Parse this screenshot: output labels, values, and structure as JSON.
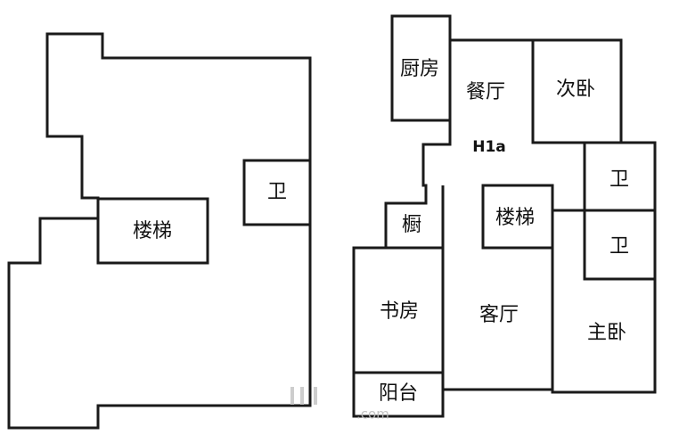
{
  "upper_floor": {
    "rooms": {
      "stairs": "楼梯",
      "bathroom": "卫"
    }
  },
  "lower_floor": {
    "unit_code": "H1a",
    "rooms": {
      "kitchen": "厨房",
      "dining": "餐厅",
      "second_bedroom": "次卧",
      "bathroom_1": "卫",
      "bathroom_2": "卫",
      "cabinet": "橱",
      "stairs": "楼梯",
      "study": "书房",
      "living_room": "客厅",
      "master_bedroom": "主卧",
      "balcony": "阳台"
    }
  },
  "watermark": {
    "text": ".com"
  },
  "colors": {
    "wall": "#1a1a1a",
    "background": "#ffffff",
    "text": "#111111"
  }
}
